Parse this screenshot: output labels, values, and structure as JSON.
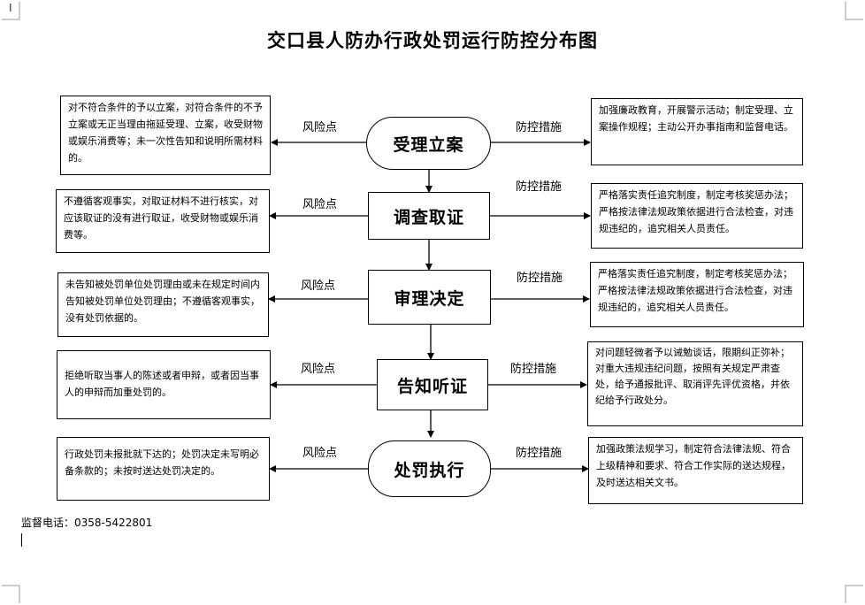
{
  "title": "交口县人防办行政处罚运行防控分布图",
  "steps": [
    {
      "name": "受理立案",
      "risk_label": "风险点",
      "control_label": "防控措施",
      "risk": "对不符合条件的予以立案，对符合条件的不予立案或无正当理由拖延受理、立案，收受财物或娱乐消费等；未一次性告知和说明所需材料的。",
      "control": "加强廉政教育，开展警示活动；制定受理、立案操作规程；主动公开办事指南和监督电话。"
    },
    {
      "name": "调查取证",
      "risk_label": "风险点",
      "control_label": "防控措施",
      "risk": "不遵循客观事实，对取证材料不进行核实，对应该取证的没有进行取证，收受财物或娱乐消费等。",
      "control": "严格落实责任追究制度，制定考核奖惩办法；严格按法律法规政策依据进行合法检查，对违规违纪的，追究相关人员责任。"
    },
    {
      "name": "审理决定",
      "risk_label": "风险点",
      "control_label": "防控措施",
      "risk": "未告知被处罚单位处罚理由或未在规定时间内告知被处罚单位处罚理由；不遵循客观事实，没有处罚依据的。",
      "control": "严格落实责任追究制度，制定考核奖惩办法；严格按法律法规政策依据进行合法检查，对违规违纪的，追究相关人员责任。"
    },
    {
      "name": "告知听证",
      "risk_label": "风险点",
      "control_label": "防控措施",
      "risk": "拒绝听取当事人的陈述或者申辩，或者因当事人的申辩而加重处罚的。",
      "control": "对问题轻微者予以诫勉谈话，限期纠正弥补；对重大违规违纪问题，按照有关规定严肃查处，给予通报批评、取消评先评优资格，并依纪给予行政处分。"
    },
    {
      "name": "处罚执行",
      "risk_label": "风险点",
      "control_label": "防控措施",
      "risk": "行政处罚未报批就下达的；处罚决定未写明必备条款的；未按时送达处罚决定的。",
      "control": "加强政策法规学习，制定符合法律法规、符合上级精神和要求、符合工作实际的送达规程，及时送达相关文书。"
    }
  ],
  "footer": {
    "phone": "监督电话：0358-5422801"
  }
}
